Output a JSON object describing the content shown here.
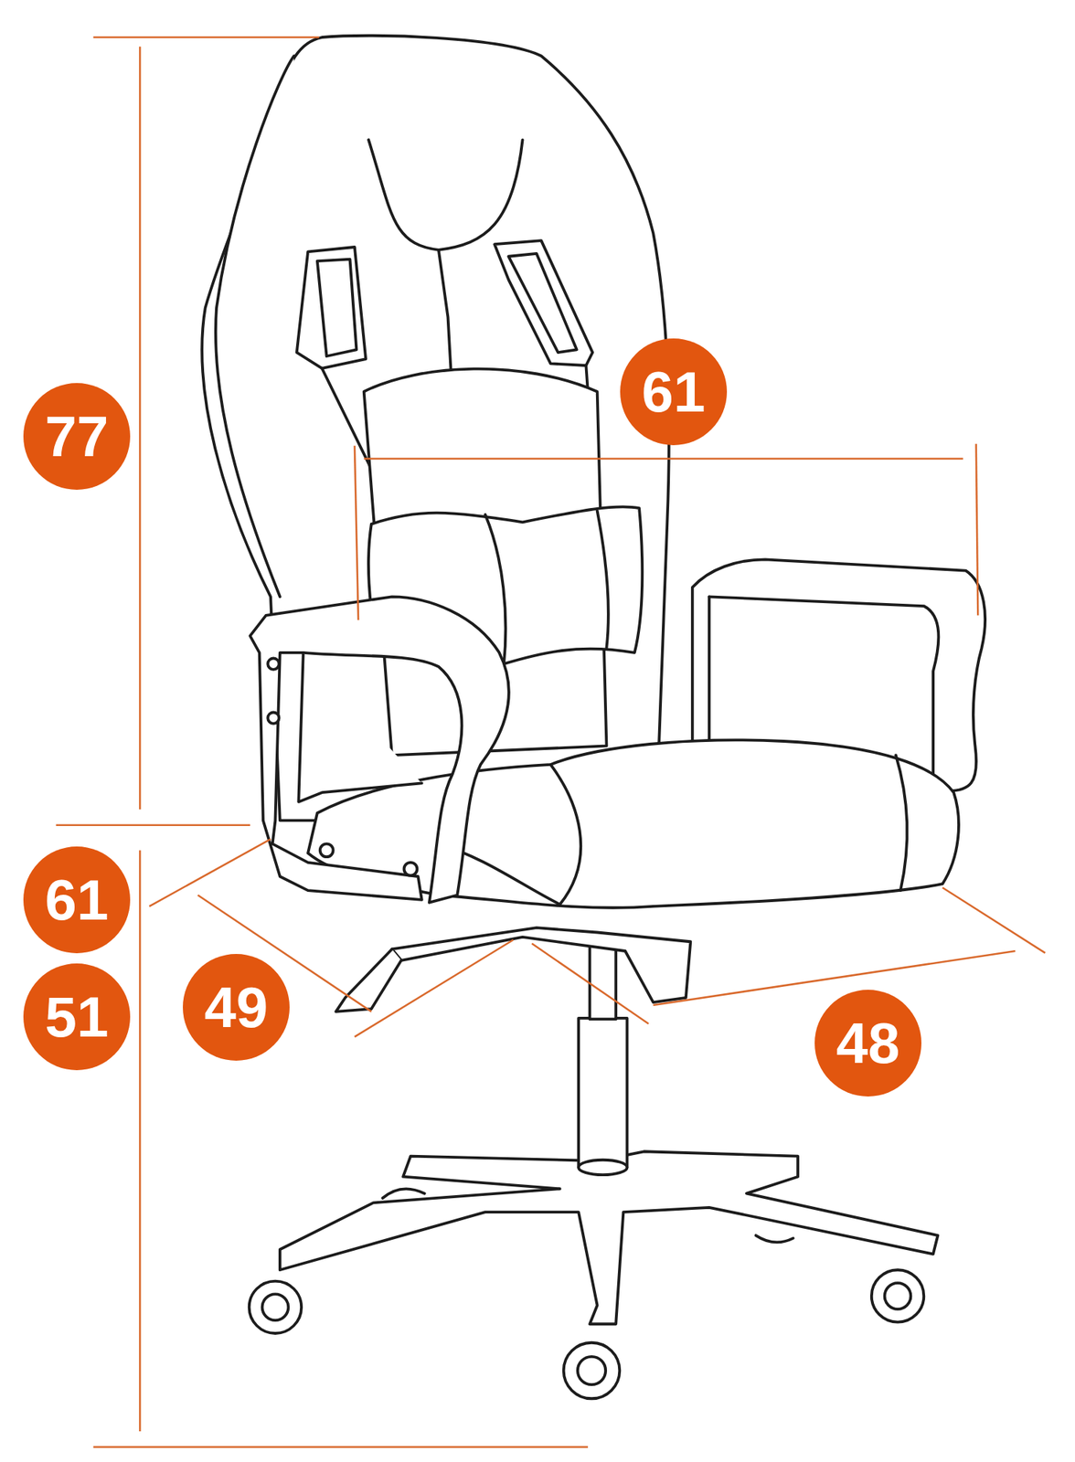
{
  "diagram": {
    "nodes": [
      {
        "text": [
          "61"
        ]
      },
      {
        "text": [
          "77"
        ]
      },
      {
        "text": [
          "61"
        ]
      },
      {
        "text": [
          "49"
        ]
      },
      {
        "text": [
          "51"
        ]
      },
      {
        "text": [
          "48"
        ]
      }
    ]
  }
}
